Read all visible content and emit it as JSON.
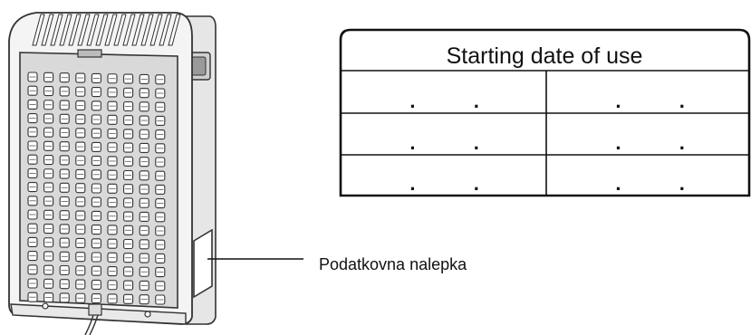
{
  "date_table": {
    "title": "Starting date of use",
    "rows": 3,
    "columns": 2,
    "cell_separator": "."
  },
  "callout": {
    "label": "Podatkovna nalepka"
  },
  "colors": {
    "outline": "#333333",
    "device_body": "#f4f4f4",
    "filter_panel": "#d9d9d9",
    "vent_fill": "#ffffff"
  }
}
